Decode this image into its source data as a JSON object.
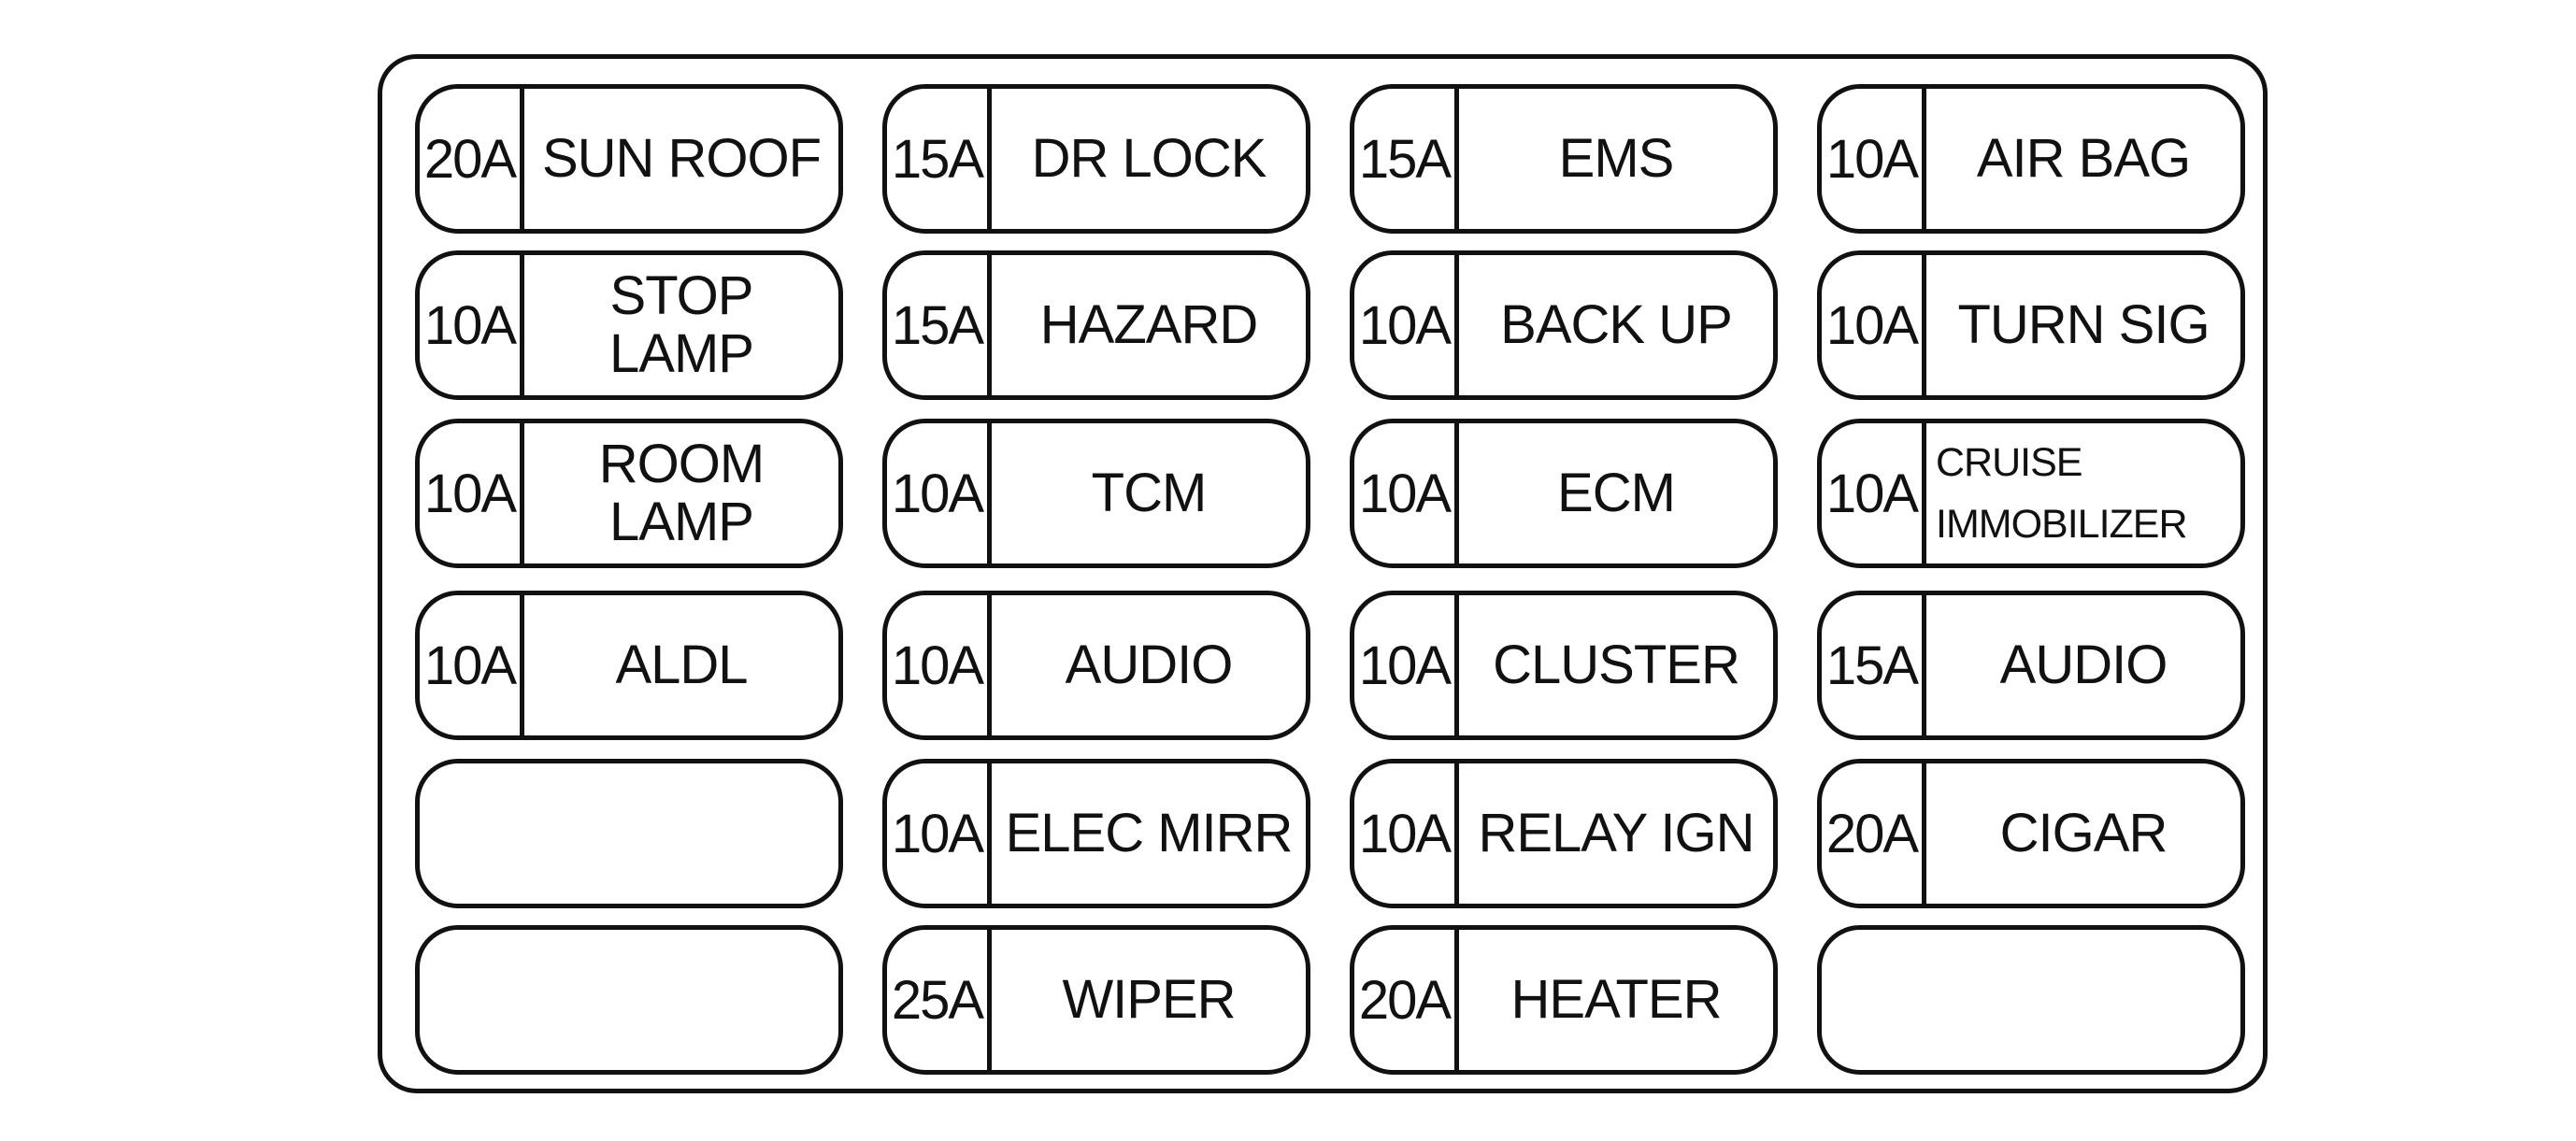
{
  "fuses": [
    {
      "amp": "20A",
      "label": "SUN ROOF"
    },
    {
      "amp": "15A",
      "label": "DR LOCK"
    },
    {
      "amp": "15A",
      "label": "EMS"
    },
    {
      "amp": "10A",
      "label": "AIR BAG"
    },
    {
      "amp": "10A",
      "label": "STOP\nLAMP"
    },
    {
      "amp": "15A",
      "label": "HAZARD"
    },
    {
      "amp": "10A",
      "label": "BACK UP"
    },
    {
      "amp": "10A",
      "label": "TURN SIG"
    },
    {
      "amp": "10A",
      "label": "ROOM\nLAMP"
    },
    {
      "amp": "10A",
      "label": "TCM"
    },
    {
      "amp": "10A",
      "label": "ECM"
    },
    {
      "amp": "10A",
      "label": "CRUISE\nIMMOBILIZER"
    },
    {
      "amp": "10A",
      "label": "ALDL"
    },
    {
      "amp": "10A",
      "label": "AUDIO"
    },
    {
      "amp": "10A",
      "label": "CLUSTER"
    },
    {
      "amp": "15A",
      "label": "AUDIO"
    },
    {
      "amp": "",
      "label": ""
    },
    {
      "amp": "10A",
      "label": "ELEC MIRR"
    },
    {
      "amp": "10A",
      "label": "RELAY IGN"
    },
    {
      "amp": "20A",
      "label": "CIGAR"
    },
    {
      "amp": "",
      "label": ""
    },
    {
      "amp": "25A",
      "label": "WIPER"
    },
    {
      "amp": "20A",
      "label": "HEATER"
    },
    {
      "amp": "",
      "label": ""
    }
  ]
}
